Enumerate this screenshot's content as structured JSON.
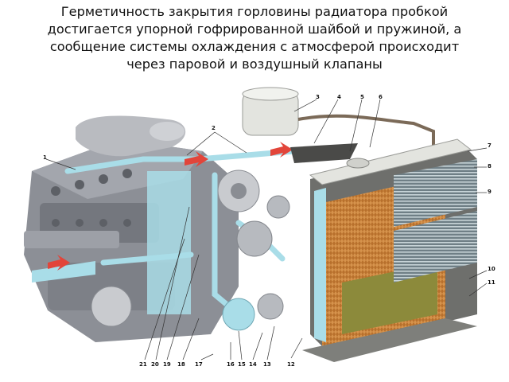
{
  "caption": {
    "line1": "Герметичность закрытия горловины радиатора пробкой",
    "line2": "достигается упорной гофрированной шайбой и пружиной, а",
    "line3": "сообщение системы охлаждения с атмосферой происходит",
    "line4": "через паровой  и воздушный  клапаны"
  },
  "callouts": [
    "1",
    "2",
    "3",
    "4",
    "5",
    "6",
    "7",
    "8",
    "9",
    "10",
    "11",
    "12",
    "13",
    "14",
    "15",
    "16",
    "17",
    "18",
    "19",
    "20",
    "21"
  ],
  "colors": {
    "coolant": "#a9dde8",
    "engine": "#8c8f96",
    "core": "#b8702c",
    "tank": "#e3e4df",
    "arrow": "#e2453a"
  }
}
